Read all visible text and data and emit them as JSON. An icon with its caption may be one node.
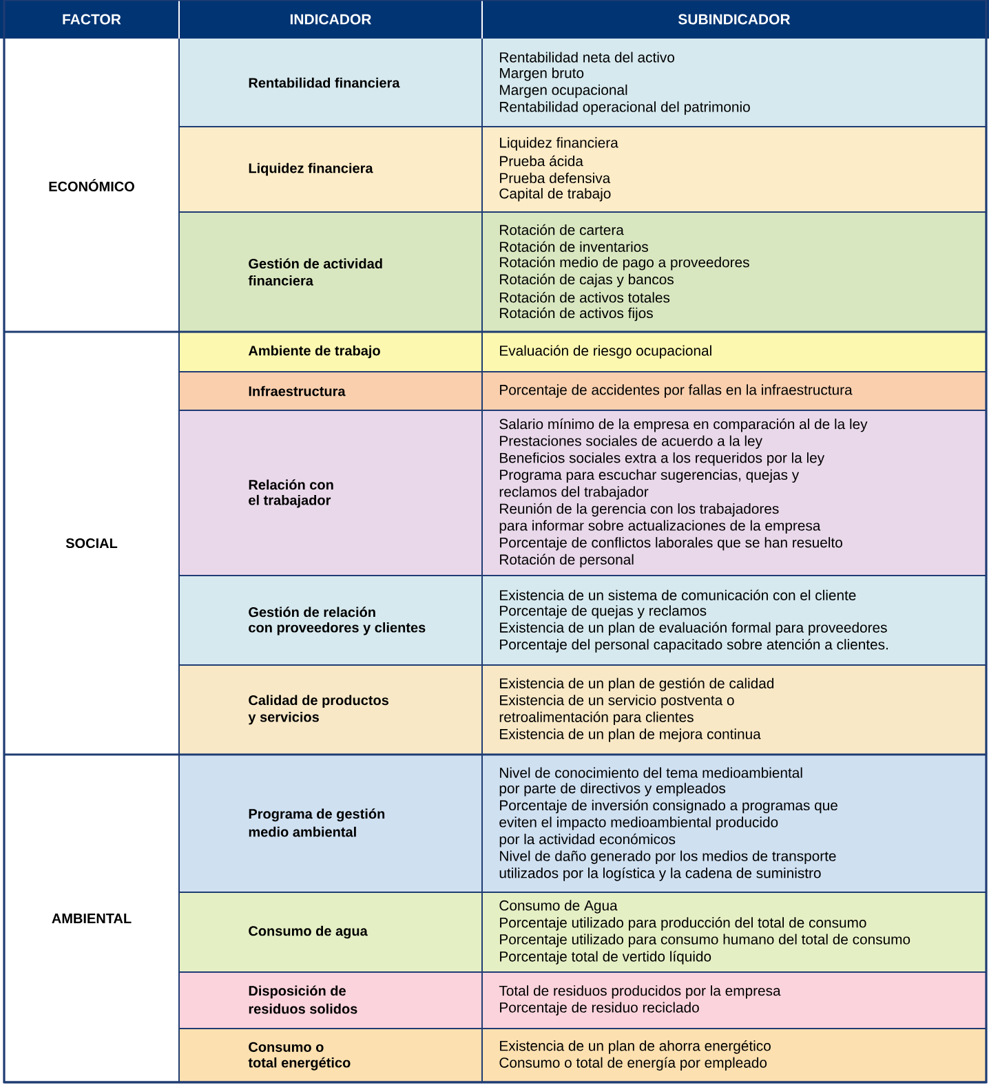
{
  "diagram": {
    "labels": [
      "FACTOR",
      "INDICADOR",
      "SUBINDICADOR",
      "ECONÓMICO",
      "Rentabilidad financiera",
      "Rentabilidad neta del activo",
      "Margen bruto",
      "Margen ocupacional",
      "Rentabilidad operacional del patrimonio",
      "Liquidez financiera",
      "Liquidez financiera",
      "Prueba ácida",
      "Prueba defensiva",
      "Capital de trabajo",
      "Gestión de actividad",
      "financiera",
      "Rotación de cartera",
      "Rotación de inventarios",
      "Rotación medio de pago a proveedores",
      "Rotación de cajas y bancos",
      "Rotación de activos totales",
      "Rotación de activos fijos",
      "SOCIAL",
      "Ambiente de trabajo",
      "Evaluación de riesgo ocupacional",
      "Infraestructura",
      "Porcentaje de accidentes por fallas en la infraestructura",
      "Relación con",
      "el trabajador",
      "Salario mínimo de la empresa en comparación al de la ley",
      "Prestaciones sociales de acuerdo a la ley",
      "Beneficios sociales extra a los requeridos por la ley",
      "Programa para escuchar sugerencias, quejas y",
      "reclamos del trabajador",
      "Reunión de la gerencia con los trabajadores",
      "para informar sobre actualizaciones de la empresa",
      "Porcentaje de conflictos laborales que se han resuelto",
      "Rotación de personal",
      "Gestión de relación",
      "con proveedores y clientes",
      "Existencia de un sistema de comunicación con el cliente",
      "Porcentaje de quejas y reclamos",
      "Existencia de un plan de evaluación formal para proveedores",
      "Porcentaje del personal capacitado sobre atención a clientes.",
      "Calidad de productos",
      "y servicios",
      "Existencia de un plan de gestión de calidad",
      "Existencia de un servicio postventa o",
      "retroalimentación para clientes",
      "Existencia de un plan de mejora continua",
      "AMBIENTAL",
      "Programa de gestión",
      "medio ambiental",
      "Nivel de conocimiento del tema medioambiental",
      "por parte de directivos y empleados",
      "Porcentaje de inversión consignado a programas que",
      "eviten el impacto medioambiental producido",
      "por la actividad económicos",
      "Nivel de daño generado por los medios de transporte",
      "utilizados por la logística y la cadena de suministro",
      "Consumo de agua",
      "Consumo de Agua",
      "Porcentaje utilizado para producción del total de consumo",
      "Porcentaje utilizado para consumo humano del total de consumo",
      "Porcentaje total de vertido líquido",
      "Disposición de",
      "residuos solidos",
      "Total de residuos producidos por la empresa",
      "Porcentaje de residuo reciclado",
      "Consumo o",
      "total energético",
      "Existencia de un plan de ahorra energético",
      "Consumo o total de energía por empleado"
    ]
  }
}
